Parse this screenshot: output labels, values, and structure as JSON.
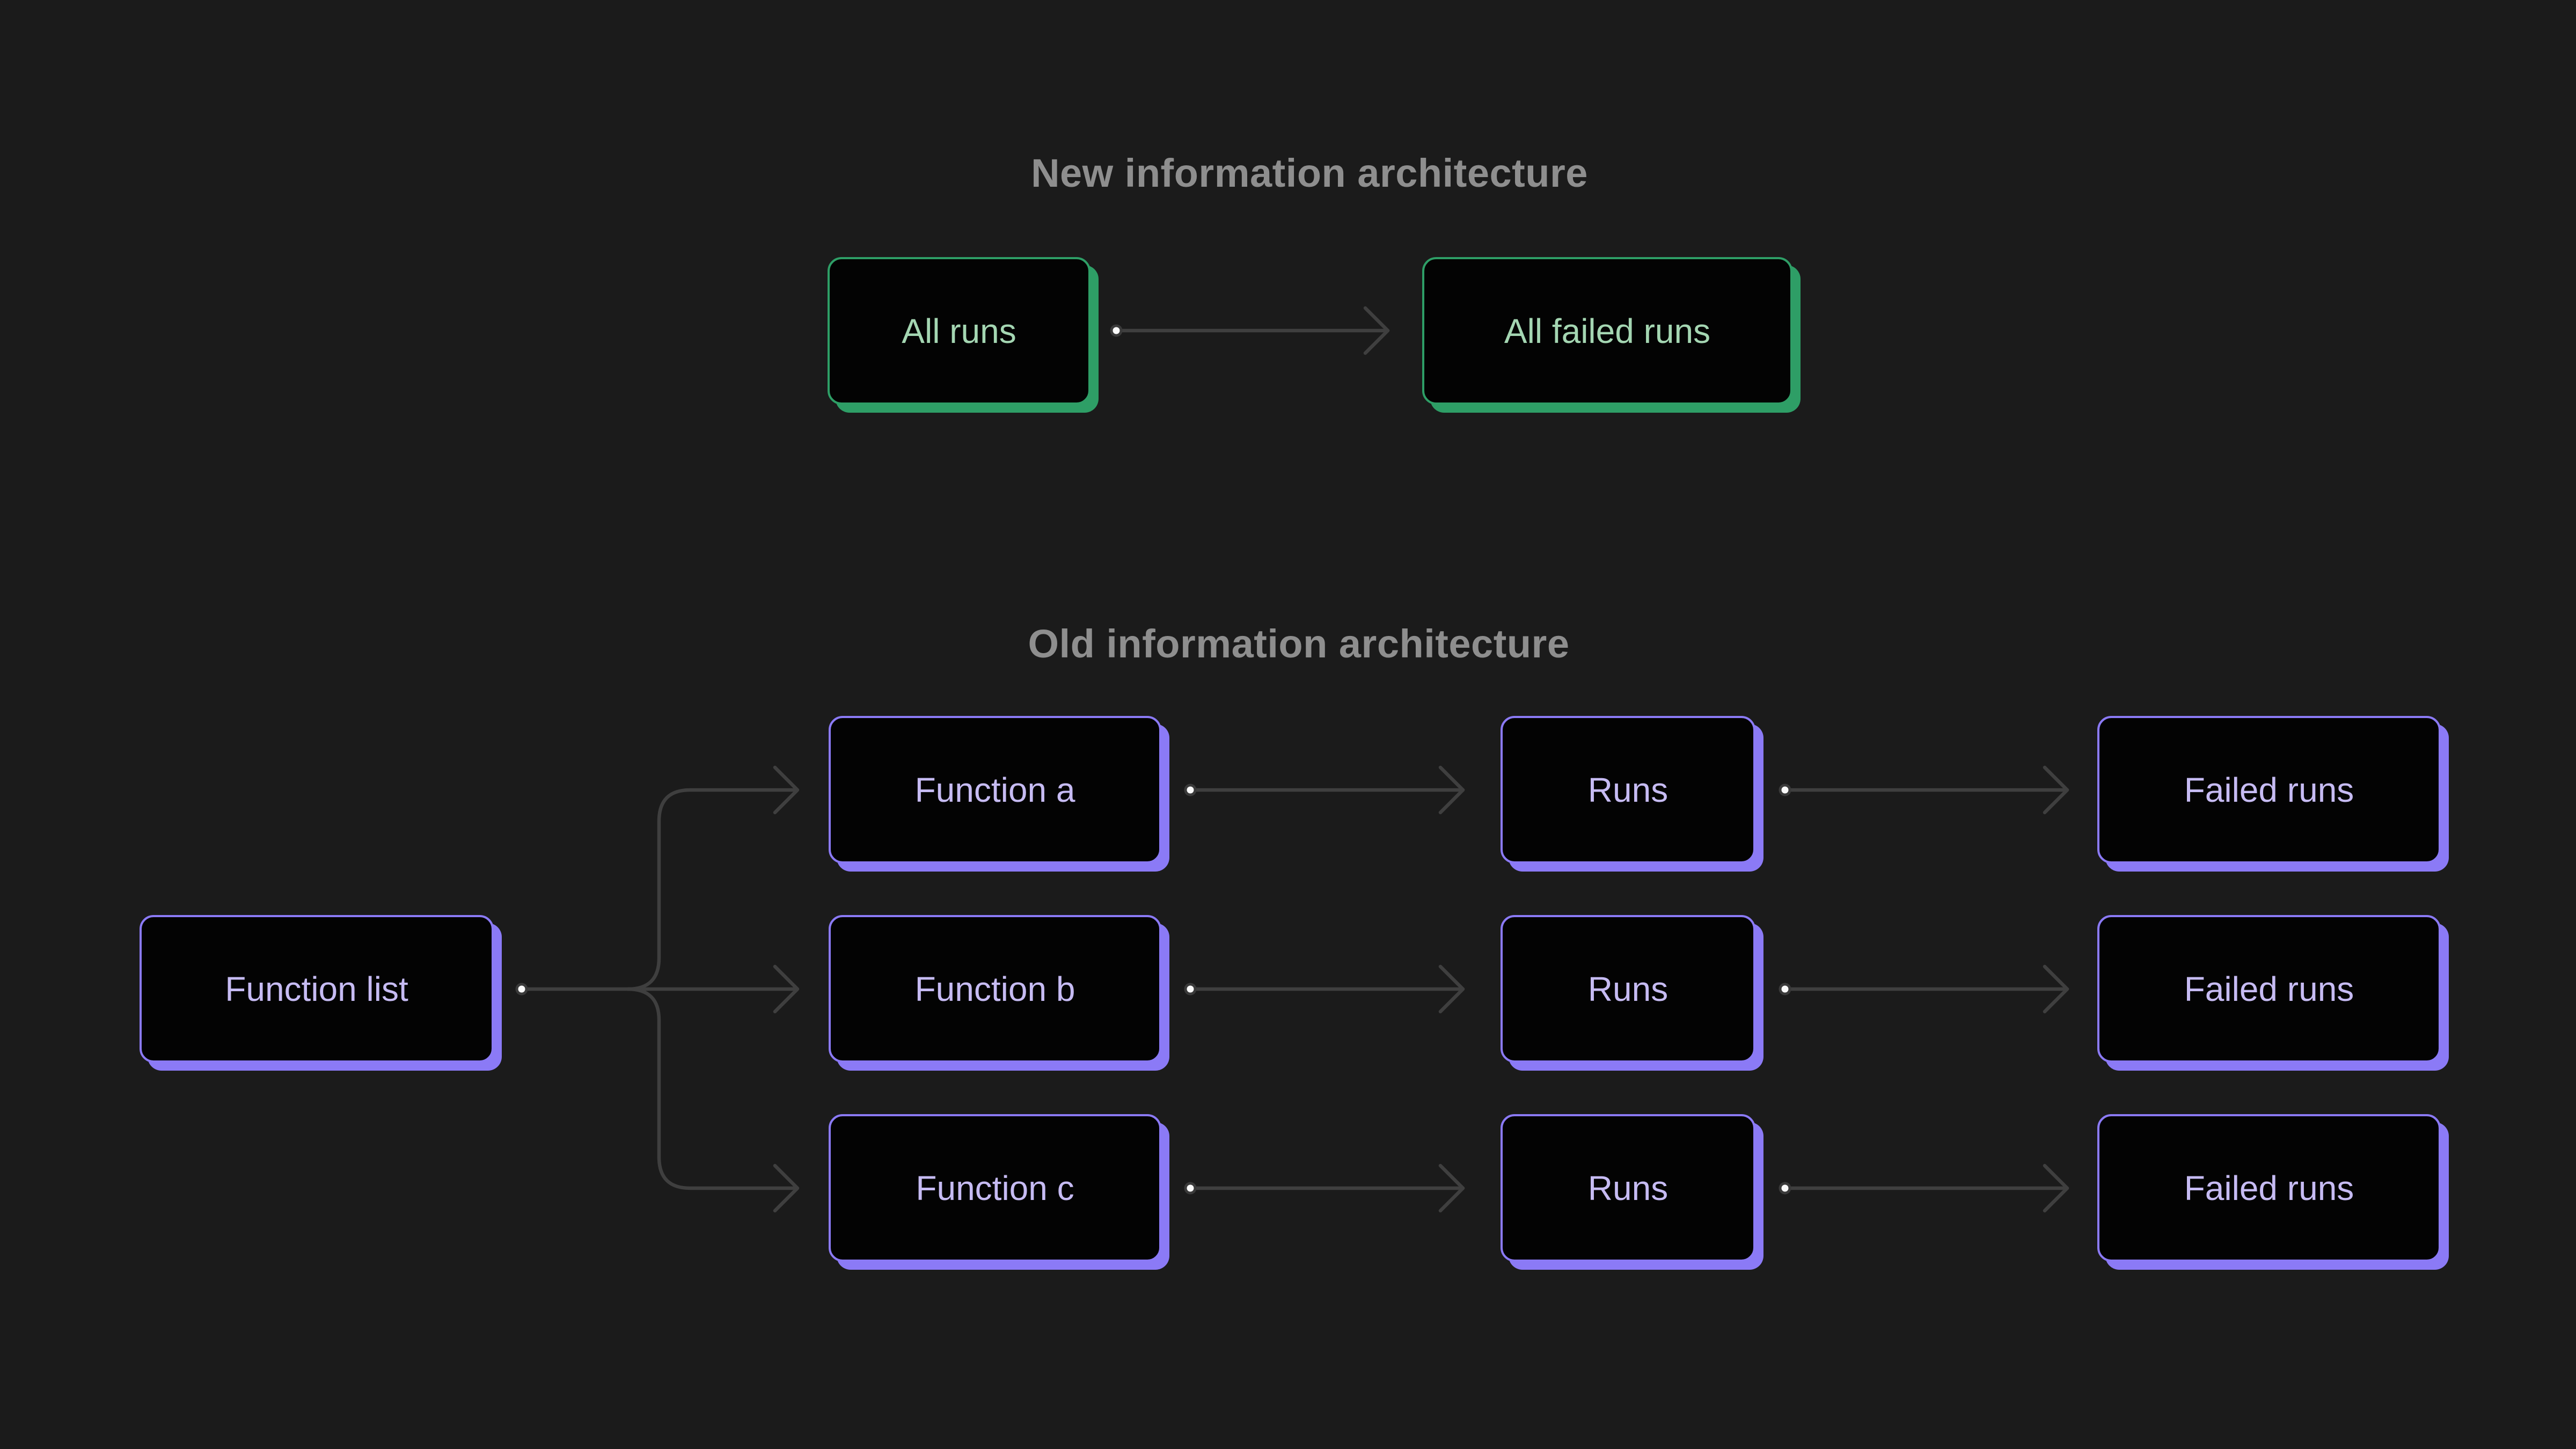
{
  "colors": {
    "background": "#1b1b1b",
    "node_fill": "#030303",
    "green_border": "#2e9e66",
    "green_text": "#a4d6b2",
    "purple_border": "#8b7af6",
    "purple_text": "#c6bbf3",
    "title_gray": "#8e8e8e",
    "connector_gray": "#3f3f3f",
    "dot_fill": "#fafafa",
    "dot_ring": "#3a3a3a"
  },
  "new_architecture": {
    "title": "New information architecture",
    "nodes": [
      {
        "label": "All runs"
      },
      {
        "label": "All failed runs"
      }
    ]
  },
  "old_architecture": {
    "title": "Old information architecture",
    "root": {
      "label": "Function list"
    },
    "rows": [
      {
        "function": "Function a",
        "runs": "Runs",
        "failed": "Failed runs"
      },
      {
        "function": "Function b",
        "runs": "Runs",
        "failed": "Failed runs"
      },
      {
        "function": "Function c",
        "runs": "Runs",
        "failed": "Failed runs"
      }
    ]
  }
}
